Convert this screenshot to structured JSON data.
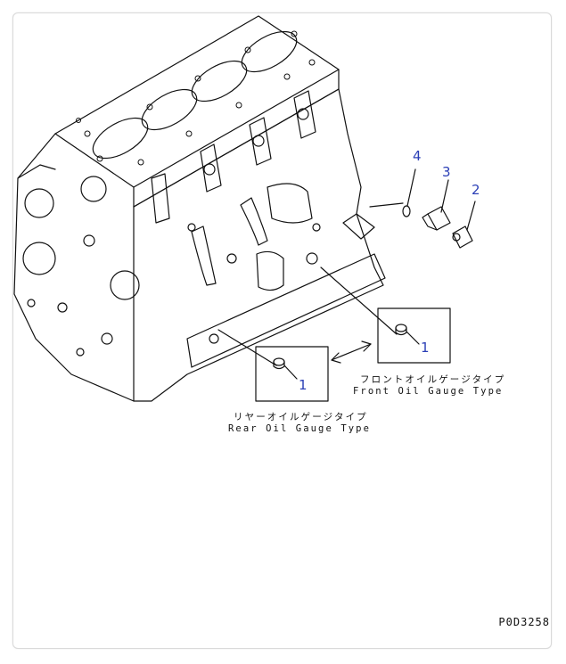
{
  "callouts": {
    "c4": "4",
    "c3": "3",
    "c2": "2",
    "c1_front": "1",
    "c1_rear": "1"
  },
  "labels": {
    "front_jp": "フロントオイルゲージタイプ",
    "front_en": "Front Oil Gauge Type",
    "rear_jp": "リヤーオイルゲージタイプ",
    "rear_en": "Rear Oil Gauge Type"
  },
  "drawing_code": "P0D3258",
  "colors": {
    "callout": "#2b3fb6",
    "line": "#111111"
  }
}
